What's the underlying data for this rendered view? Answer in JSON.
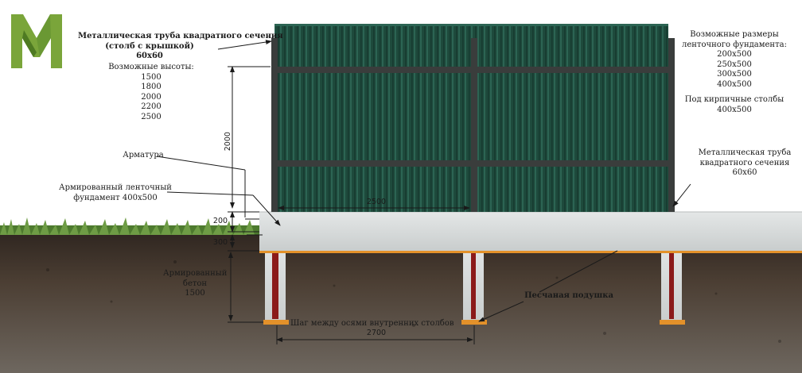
{
  "logo": {
    "letter": "M",
    "color": "#7aa53a",
    "color_dark": "#4e7a22"
  },
  "colors": {
    "sheet": "#1e4a3c",
    "post": "#3a3d3c",
    "concrete": "#d9dcdc",
    "soil": "#5a4a3d",
    "grass": "#5f8f3a",
    "sand": "#e3912a",
    "rebar": "#8b1a1a"
  },
  "labels": {
    "pipe_title": [
      "Металлическая труба квадратного сечения",
      "(столб с крышкой)",
      "60х60"
    ],
    "heights_title": "Возможные высоты:",
    "heights": [
      "1500",
      "1800",
      "2000",
      "2200",
      "2500"
    ],
    "sizes_title": [
      "Возможные размеры",
      "ленточного фундамента:"
    ],
    "sizes": [
      "200х500",
      "250х500",
      "300х500",
      "400х500"
    ],
    "brick_title": "Под кирпичные столбы",
    "brick_size": "400х500",
    "pipe_right": [
      "Металлическая труба",
      "квадратного сечения",
      "60х60"
    ],
    "armatura": "Арматура",
    "foundation": [
      "Армированный ленточный",
      "фундамент 400х500"
    ],
    "concrete": [
      "Армированный",
      "бетон",
      "1500"
    ],
    "sand": "Песчаная подушка",
    "step": "Шаг между осями внутренних столбов"
  },
  "dimensions": {
    "height": "2000",
    "span": "2500",
    "found_above": "200",
    "found_below": "300",
    "step": "2700"
  }
}
